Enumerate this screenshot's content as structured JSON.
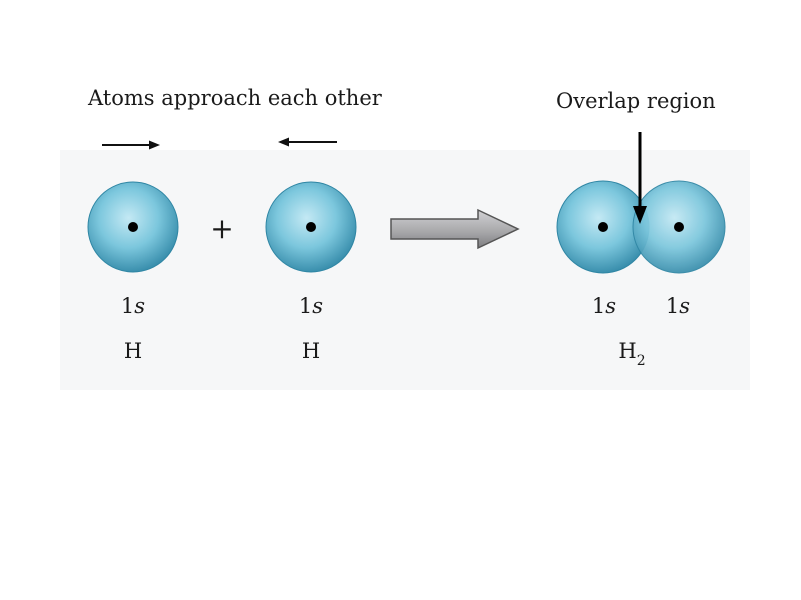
{
  "labels": {
    "approach": "Atoms approach each other",
    "overlap": "Overlap region",
    "plus": "+"
  },
  "atoms": [
    {
      "orbital_num": "1",
      "orbital_letter": "s",
      "element": "H"
    },
    {
      "orbital_num": "1",
      "orbital_letter": "s",
      "element": "H"
    }
  ],
  "molecule": {
    "orbitals": [
      {
        "orbital_num": "1",
        "orbital_letter": "s"
      },
      {
        "orbital_num": "1",
        "orbital_letter": "s"
      }
    ],
    "formula_base": "H",
    "formula_sub": "2"
  },
  "colors": {
    "sphere_core": "#b6e2ef",
    "sphere_mid": "#5fb8d2",
    "sphere_edge": "#2a7f9e",
    "reaction_arrow": "#a9a9ab"
  },
  "icons": {
    "motion_right": "arrow-right-icon",
    "motion_left": "arrow-left-icon",
    "reaction": "reaction-arrow-icon",
    "pointer": "arrow-down-icon"
  }
}
